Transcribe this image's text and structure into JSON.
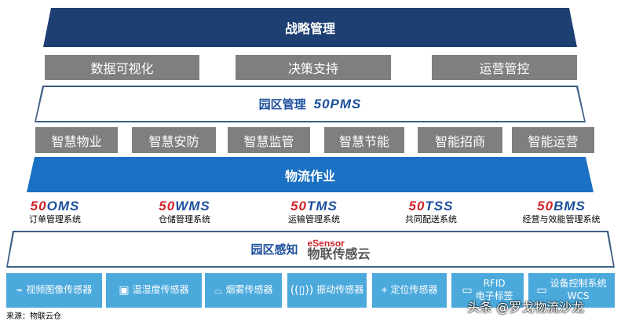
{
  "strategy": {
    "title": "战略管理",
    "items": [
      "数据可视化",
      "决策支持",
      "运营管控"
    ]
  },
  "park_mgmt": {
    "title": "园区管理",
    "logo": "50PMS",
    "items": [
      "智慧物业",
      "智慧安防",
      "智慧监管",
      "智慧节能",
      "智能招商",
      "智能运营"
    ]
  },
  "logistics": {
    "title": "物流作业",
    "systems": [
      {
        "logo_num": "50",
        "logo_txt": "OMS",
        "label": "订单管理系统"
      },
      {
        "logo_num": "50",
        "logo_txt": "WMS",
        "label": "仓储管理系统"
      },
      {
        "logo_num": "50",
        "logo_txt": "TMS",
        "label": "运输管理系统"
      },
      {
        "logo_num": "50",
        "logo_txt": "TSS",
        "label": "共同配送系统"
      },
      {
        "logo_num": "50",
        "logo_txt": "BMS",
        "label": "经营与效能管理系统"
      }
    ]
  },
  "perception": {
    "title": "园区感知",
    "logo_top": "eSensor",
    "logo_bottom": "物联传感云",
    "sensors": [
      {
        "icon": "camera-icon",
        "label": "视频图像传感器"
      },
      {
        "icon": "thermometer-icon",
        "label": "温湿度传感器"
      },
      {
        "icon": "smoke-detector-icon",
        "label": "烟雾传感器"
      },
      {
        "icon": "vibration-icon",
        "label": "振动传感器"
      },
      {
        "icon": "gps-icon",
        "label": "定位传感器"
      },
      {
        "icon": "rfid-tag-icon",
        "label": "RFID\n电子标签"
      },
      {
        "icon": "device-icon",
        "label": "设备控制系统\nWCS"
      }
    ]
  },
  "source": "来源：物联云仓",
  "watermark": "头条 @罗戈物流沙龙",
  "colors": {
    "navy": "#1e3f72",
    "blue": "#1a70c2",
    "grey": "#7f7f7f",
    "sensor": "#4ba9dc"
  }
}
